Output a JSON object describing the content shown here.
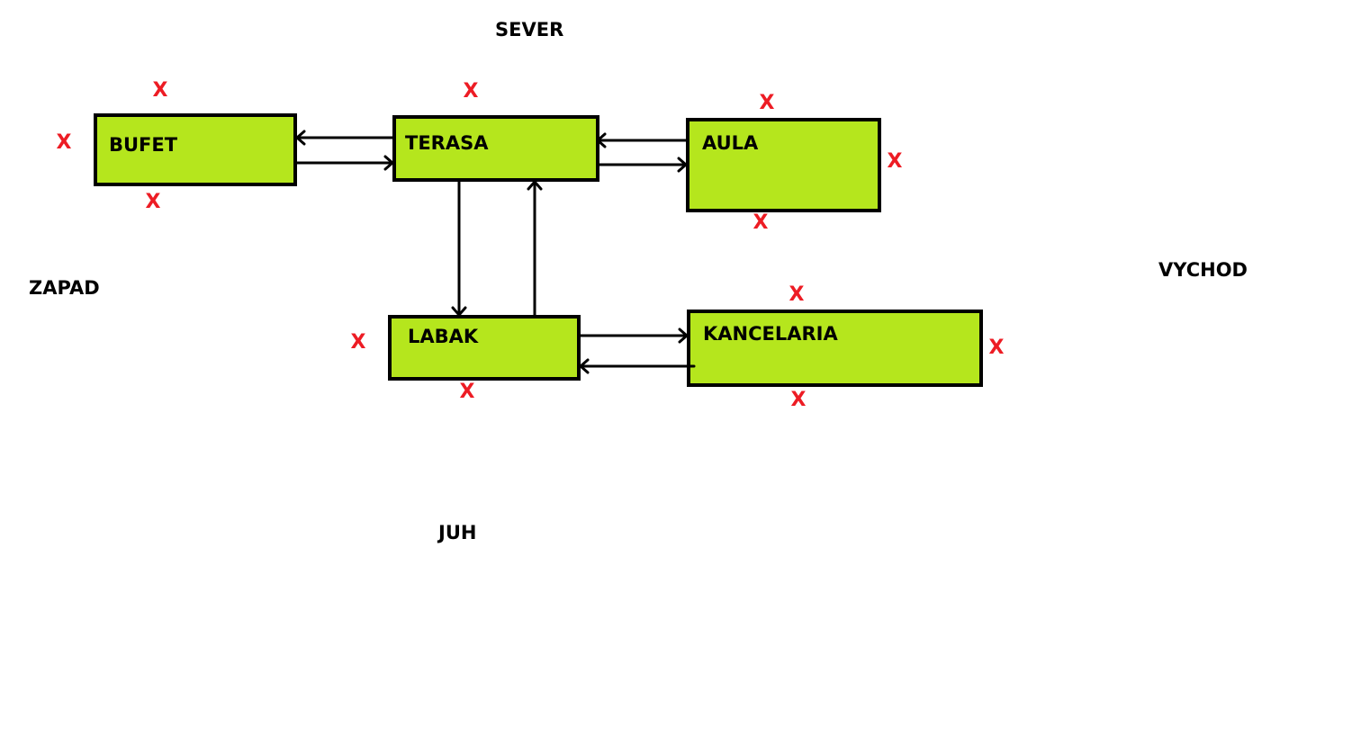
{
  "directions": {
    "north": "SEVER",
    "south": "JUH",
    "west": "ZAPAD",
    "east": "VYCHOD"
  },
  "rooms": {
    "bufet": "BUFET",
    "terasa": "TERASA",
    "aula": "AULA",
    "labak": "LABAK",
    "kancelaria": "KANCELARIA"
  },
  "blocked_mark": "X",
  "colors": {
    "room_fill": "#b5e61d",
    "blocked": "#ed1c24",
    "stroke": "#000000"
  }
}
